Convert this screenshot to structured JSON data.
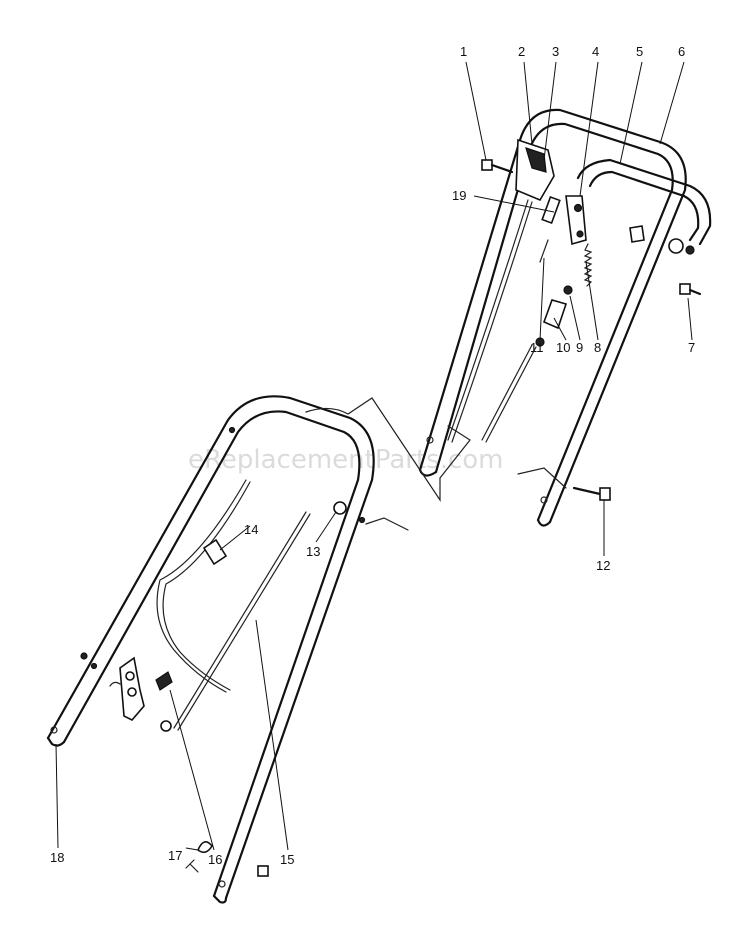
{
  "watermark": "eReplacementParts.com",
  "callouts": [
    "1",
    "2",
    "3",
    "4",
    "5",
    "6",
    "7",
    "8",
    "9",
    "10",
    "11",
    "12",
    "13",
    "14",
    "15",
    "16",
    "17",
    "18",
    "19"
  ],
  "colors": {
    "line": "#111111",
    "background": "#ffffff",
    "watermark": "#cfcfcf"
  }
}
